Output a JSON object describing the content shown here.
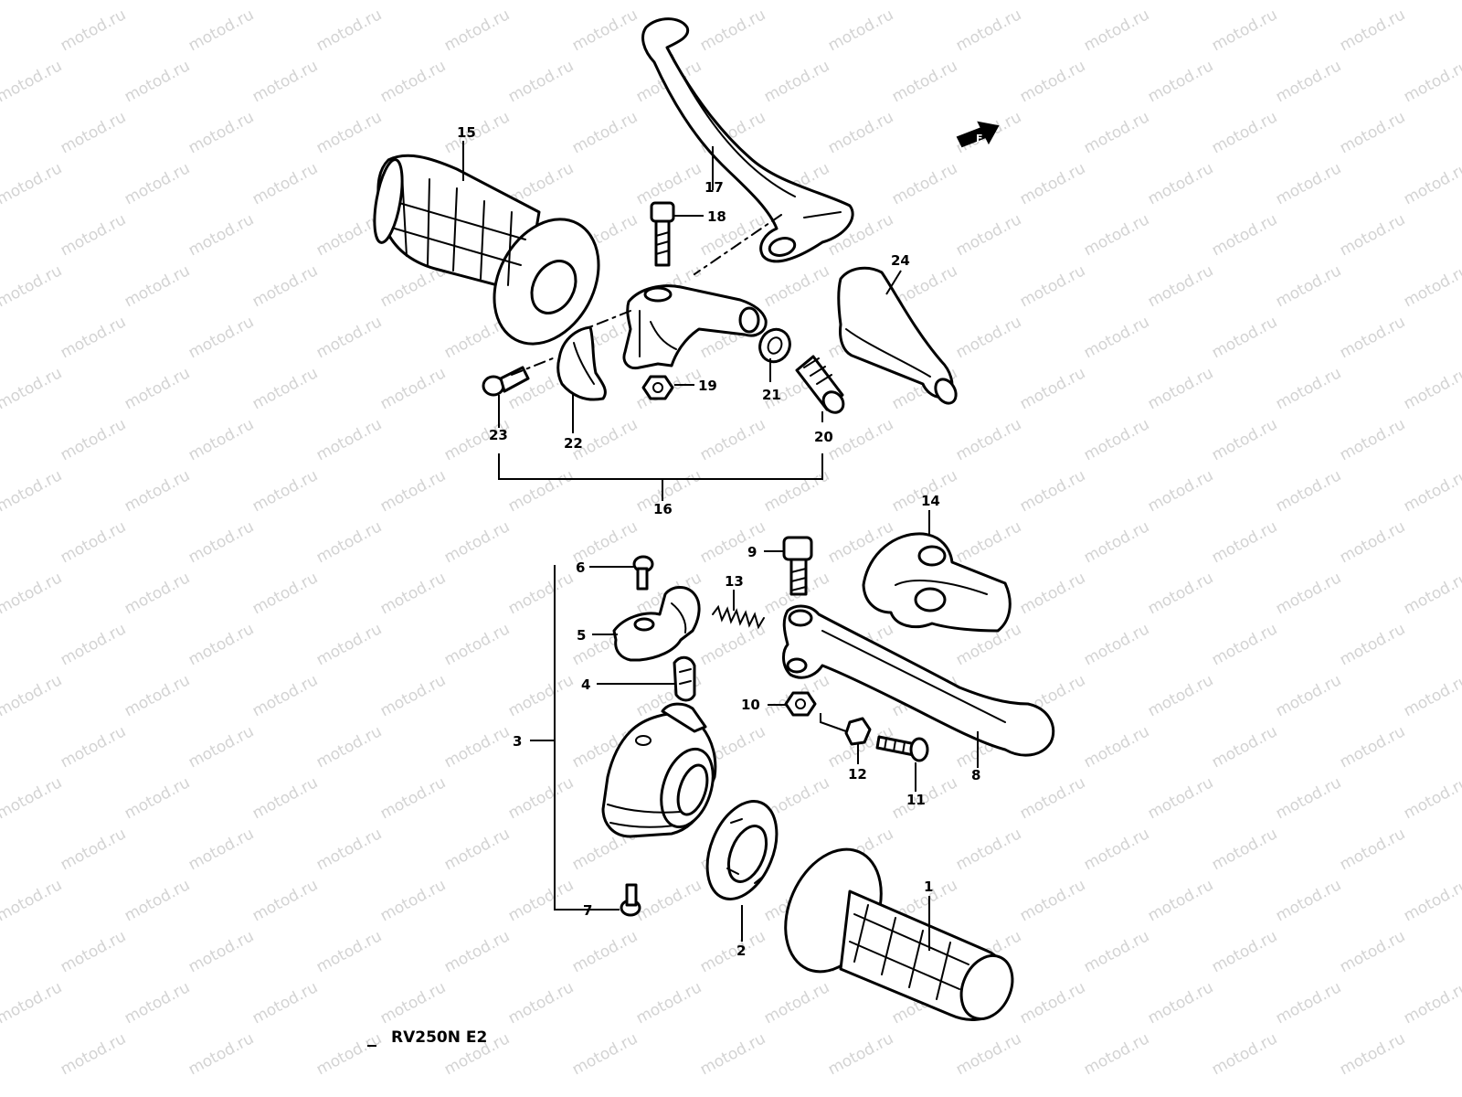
{
  "diagram": {
    "model_code": "RV250N E2",
    "watermark": "motod.ru",
    "arrow_label": "F",
    "callouts": [
      {
        "id": "p1",
        "label": "1",
        "part": "throttle-grip"
      },
      {
        "id": "p2",
        "label": "2",
        "part": "throttle-pulley-cover"
      },
      {
        "id": "p3",
        "label": "3",
        "part": "throttle-housing-assembly"
      },
      {
        "id": "p4",
        "label": "4",
        "part": "cable-guide"
      },
      {
        "id": "p5",
        "label": "5",
        "part": "housing-cap"
      },
      {
        "id": "p6",
        "label": "6",
        "part": "screw"
      },
      {
        "id": "p7",
        "label": "7",
        "part": "screw"
      },
      {
        "id": "p8",
        "label": "8",
        "part": "brake-lever"
      },
      {
        "id": "p9",
        "label": "9",
        "part": "lever-bolt"
      },
      {
        "id": "p10",
        "label": "10",
        "part": "nut"
      },
      {
        "id": "p11",
        "label": "11",
        "part": "adjuster-screw"
      },
      {
        "id": "p12",
        "label": "12",
        "part": "lock-nut"
      },
      {
        "id": "p13",
        "label": "13",
        "part": "spring"
      },
      {
        "id": "p14",
        "label": "14",
        "part": "lever-cover"
      },
      {
        "id": "p15",
        "label": "15",
        "part": "left-grip"
      },
      {
        "id": "p16",
        "label": "16",
        "part": "clutch-lever-holder-assembly"
      },
      {
        "id": "p17",
        "label": "17",
        "part": "clutch-lever"
      },
      {
        "id": "p18",
        "label": "18",
        "part": "lever-bolt"
      },
      {
        "id": "p19",
        "label": "19",
        "part": "nut"
      },
      {
        "id": "p20",
        "label": "20",
        "part": "cable-adjuster"
      },
      {
        "id": "p21",
        "label": "21",
        "part": "lock-nut"
      },
      {
        "id": "p22",
        "label": "22",
        "part": "holder-clamp"
      },
      {
        "id": "p23",
        "label": "23",
        "part": "clamp-bolt"
      },
      {
        "id": "p24",
        "label": "24",
        "part": "lever-cover"
      }
    ]
  }
}
